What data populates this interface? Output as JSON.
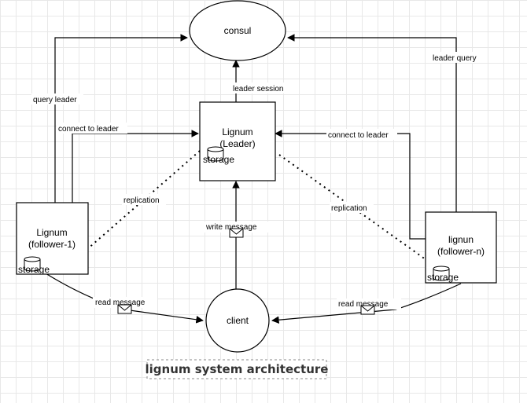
{
  "diagram": {
    "title": "lignum system architecture",
    "nodes": {
      "consul": {
        "label": "consul"
      },
      "leader": {
        "line1": "Lignum",
        "line2": "(Leader)",
        "storage": "storage"
      },
      "follower1": {
        "line1": "Lignum",
        "line2": "(follower-1)",
        "storage": "storage"
      },
      "followern": {
        "line1": "lignun",
        "line2": "(follower-n)",
        "storage": "storage"
      },
      "client": {
        "label": "client"
      }
    },
    "edges": {
      "query_leader": "query leader",
      "connect_to_leader_left": "connect to leader",
      "leader_session": "leader session",
      "leader_query": "leader query",
      "connect_to_leader_right": "connect to leader",
      "replication_left": "replication",
      "replication_right": "replication",
      "write_message": "write message",
      "read_message_left": "read message",
      "read_message_right": "read message"
    }
  }
}
